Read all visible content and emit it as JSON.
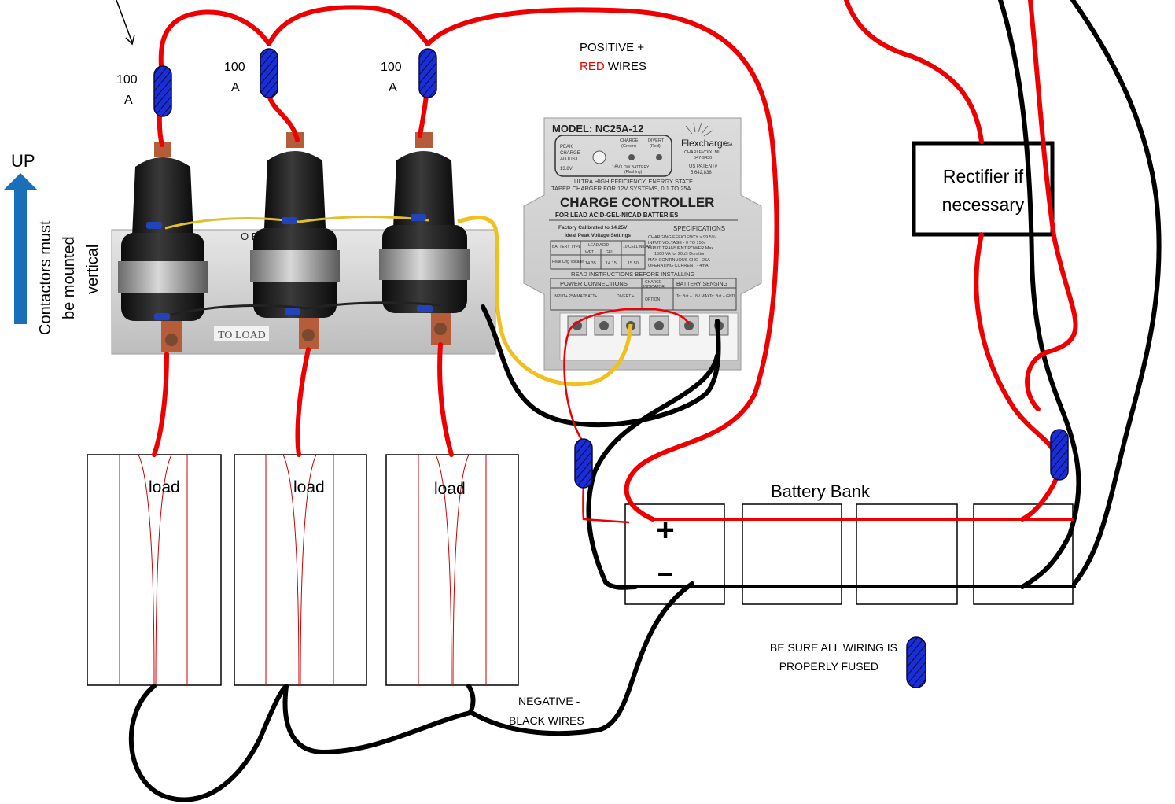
{
  "labels": {
    "fuse_rating_1": [
      "100",
      "A"
    ],
    "fuse_rating_2": [
      "100",
      "A"
    ],
    "fuse_rating_3": [
      "100",
      "A"
    ],
    "positive_wires": [
      "POSITIVE +",
      "RED",
      " WIRES"
    ],
    "up": "UP",
    "contactors_note": [
      "Contactors must",
      "be mounted",
      "vertical"
    ],
    "rectifier": [
      "Rectifier if",
      "necessary"
    ],
    "battery_bank": "Battery Bank",
    "plus": "+",
    "minus": "–",
    "load_1": "load",
    "load_2": "load",
    "load_3": "load",
    "fuse_note": [
      "BE SURE ALL WIRING IS",
      "PROPERLY FUSED"
    ],
    "negative_wires": [
      "NEGATIVE -",
      "BLACK WIRES"
    ]
  },
  "contactor_panel": {
    "plate_labels": [
      "O BA",
      "TO LOAD"
    ]
  },
  "controller": {
    "model": "MODEL: NC25A-12",
    "peak_label": [
      "PEAK",
      "CHARGE",
      "ADJUST"
    ],
    "range_low": "13.8V",
    "range_high": "16V",
    "charge_led": [
      "CHARGE",
      "(Green)"
    ],
    "divert_led": [
      "DIVERT",
      "(Red)"
    ],
    "low_battery": [
      "LOW BATTERY",
      "(Flashing)"
    ],
    "brand": "Flexcharge",
    "brand_suffix": "USA",
    "brand_address": [
      "CHARLEVOIX, MI",
      "547-9430"
    ],
    "patent": [
      "US PATENT#",
      "5,642,838"
    ],
    "tagline": [
      "ULTRA HIGH EFFICIENCY, ENERGY STATE",
      "TAPER CHARGER FOR 12V SYSTEMS, 0.1 TO 25A"
    ],
    "title": "CHARGE CONTROLLER",
    "subtitle": "FOR   LEAD ACID-GEL-NICAD   BATTERIES",
    "factory": "Factory Calibrated to 14.25V",
    "ideal": "Ideal Peak Voltage Settings",
    "specs_title": "SPECIFICATIONS",
    "specs": [
      "CHARGING EFFICIENCY > 99.5%",
      "INPUT VOLTAGE - 0 TO 150v",
      "INPUT TRANSIENT POWER Max.",
      "1500 VA for 20uS Duration",
      "MAX CONTINUOUS CHG - 25A",
      "OPERATING CURRENT - 4mA"
    ],
    "table_headers": [
      "BATTERY TYPE",
      "LEAD ACID",
      "10 CELL NICAD"
    ],
    "table_sub": [
      "WET",
      "GEL"
    ],
    "table_row": [
      "Peak Chg Voltage",
      "14.35",
      "14.15",
      "15.50"
    ],
    "read_instructions": "READ INSTRUCTIONS BEFORE INSTALLING",
    "power_connections": "POWER CONNECTIONS",
    "charge_indicator": [
      "CHARGE",
      "INDICATOR"
    ],
    "battery_sensing": "BATTERY SENSING",
    "terminals": [
      "INPUT+ 25A MAX",
      "BATT+",
      "DIVERT +",
      "OPTION",
      "To: Bat + 18V MAX",
      "To: Bat – GND"
    ]
  },
  "colors": {
    "positive_wire": "#ee0000",
    "negative_wire": "#000000",
    "sense_wire": "#f0c020",
    "fuse": "#1a2ed8",
    "up_arrow": "#1b6fb8",
    "controller_body": "#d4d4d4"
  }
}
